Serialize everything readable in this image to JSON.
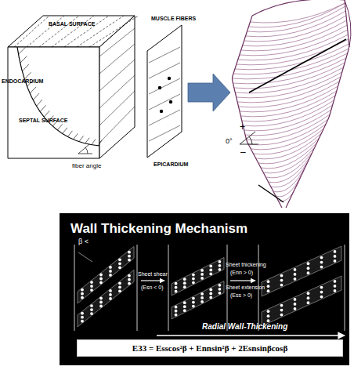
{
  "diagram": {
    "nodes": [
      {
        "text": [
          "Wall Thickening Mechanism"
        ]
      },
      {
        "text": [
          "E33 = Esscos²β + Ennsin²β + 2Esnsinβcosβ"
        ],
        "in": 0
      }
    ],
    "labels": [
      "BASAL SURFACE",
      "MUSCLE FIBERS",
      "ENDOCARDIUM",
      "SEPTAL SURFACE",
      "fiber angle",
      "EPICARDIUM",
      "+",
      "0°",
      "–",
      "β <",
      "Sheet shear",
      "(Esn < 0)",
      "Sheet thickening",
      "(Enn > 0)",
      "Sheet extension",
      "(Ess > 0)",
      "Radial Wall-Thickening"
    ]
  }
}
